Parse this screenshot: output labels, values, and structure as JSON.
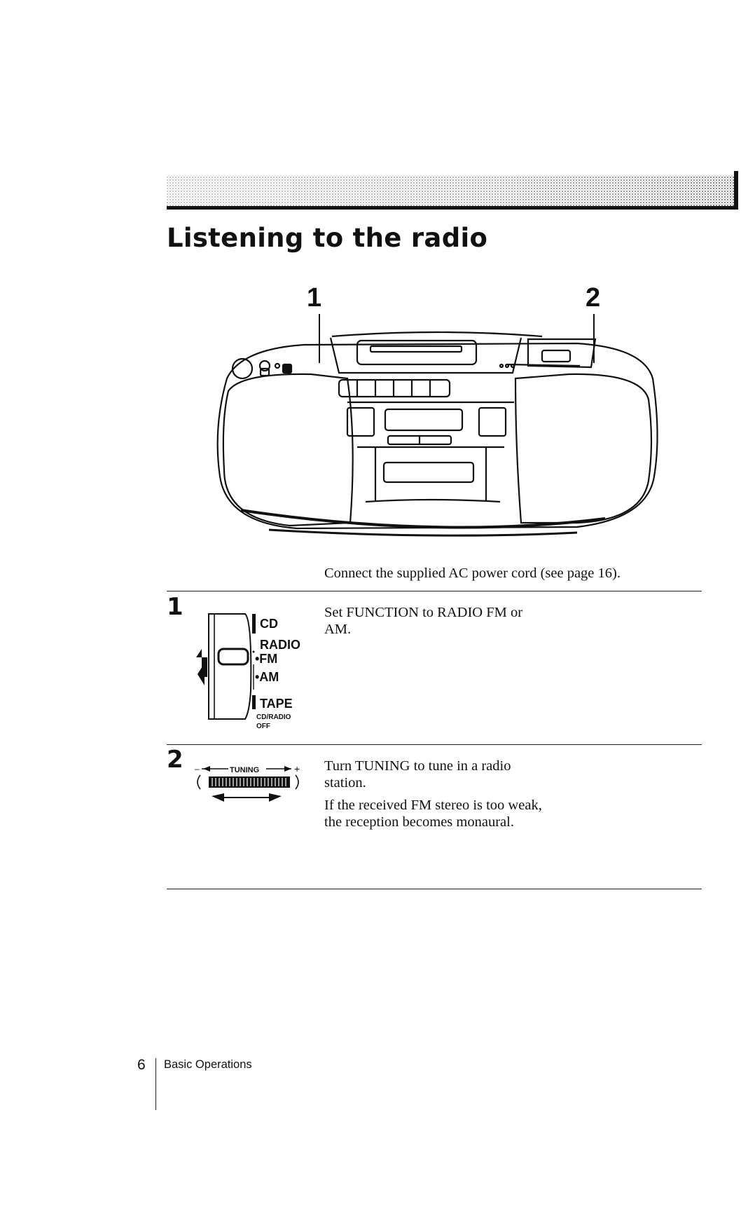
{
  "page": {
    "title": "Listening to the radio",
    "callouts": [
      "1",
      "2"
    ],
    "intro": "Connect the supplied AC power cord (see page 16)."
  },
  "steps": [
    {
      "number": "1",
      "paragraphs": [
        "Set FUNCTION to RADIO FM or AM."
      ],
      "switch_labels": {
        "cd": "CD",
        "radio": "RADIO",
        "fm": "•FM",
        "am": "•AM",
        "tape": "TAPE",
        "cd_radio": "CD/RADIO",
        "off": "OFF"
      }
    },
    {
      "number": "2",
      "paragraphs": [
        "Turn TUNING to tune in a radio station.",
        "If the received FM stereo is too weak, the reception becomes monaural."
      ],
      "tuning_label": "TUNING",
      "tuning_minus": "–",
      "tuning_plus": "+"
    }
  ],
  "footer": {
    "page_number": "6",
    "section": "Basic Operations"
  },
  "icons": [
    "header-banner-graphic",
    "boombox-illustration",
    "function-switch-icon",
    "tuning-dial-icon"
  ]
}
